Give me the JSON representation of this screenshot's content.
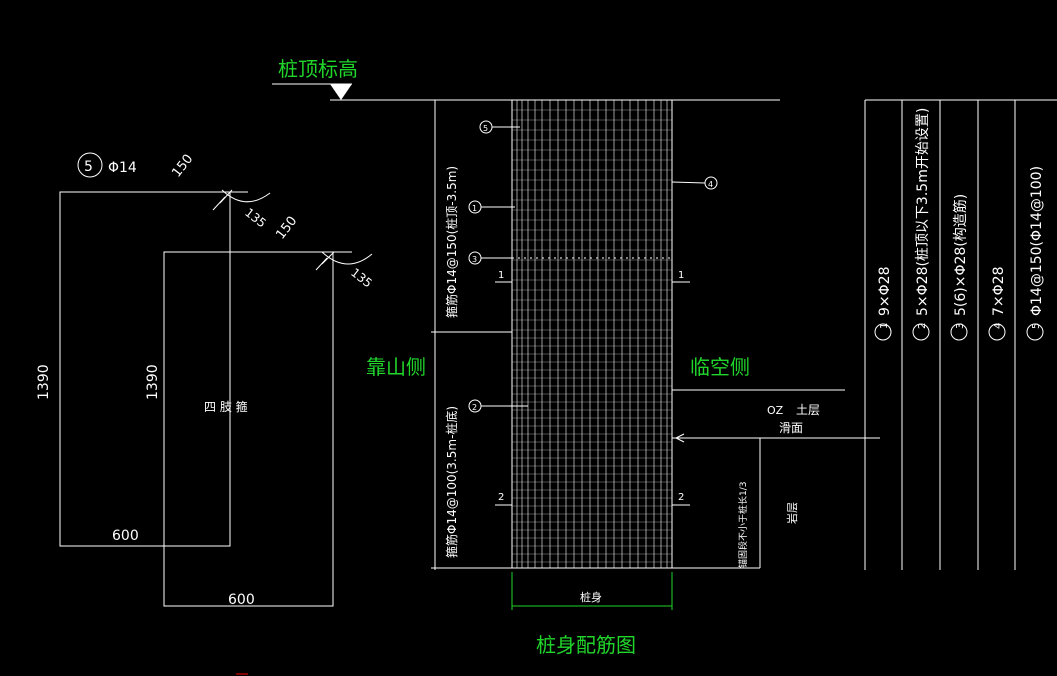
{
  "colors": {
    "background": "#000000",
    "line": "#ffffff",
    "title": "#21d62b",
    "marker": "#ff0000"
  },
  "labels": {
    "pile_top": "桩顶标高",
    "mountain_side": "靠山侧",
    "empty_side": "临空侧",
    "pile_body": "桩身",
    "drawing_title": "桩身配筋图",
    "soil_layer": "土层",
    "soil_symbol": "OZ",
    "slide_surface": "滑面",
    "rock_layer": "岩层",
    "anchor_note": "锚固段不小于桩长1/3",
    "stirrup_upper": "箍筋Φ14@150(桩顶-3.5m)",
    "stirrup_lower": "箍筋Φ14@100(3.5m-桩底)",
    "section_1": "1",
    "section_2": "2"
  },
  "stirrup": {
    "tag": "5",
    "bar": "Φ14",
    "hook_length": "150",
    "hook_angle": "135",
    "four_leg_label": "四 肢 箍",
    "height": "1390",
    "width": "600"
  },
  "markers": [
    "1",
    "2",
    "3",
    "4",
    "5"
  ],
  "legend": [
    {
      "id": "1",
      "text": "9×Φ28"
    },
    {
      "id": "2",
      "text": "5×Φ28(桩顶以下3.5m开始设置)"
    },
    {
      "id": "3",
      "text": "5(6)×Φ28(构造筋)"
    },
    {
      "id": "4",
      "text": "7×Φ28"
    },
    {
      "id": "5",
      "text": "Φ14@150(Φ14@100)"
    }
  ]
}
